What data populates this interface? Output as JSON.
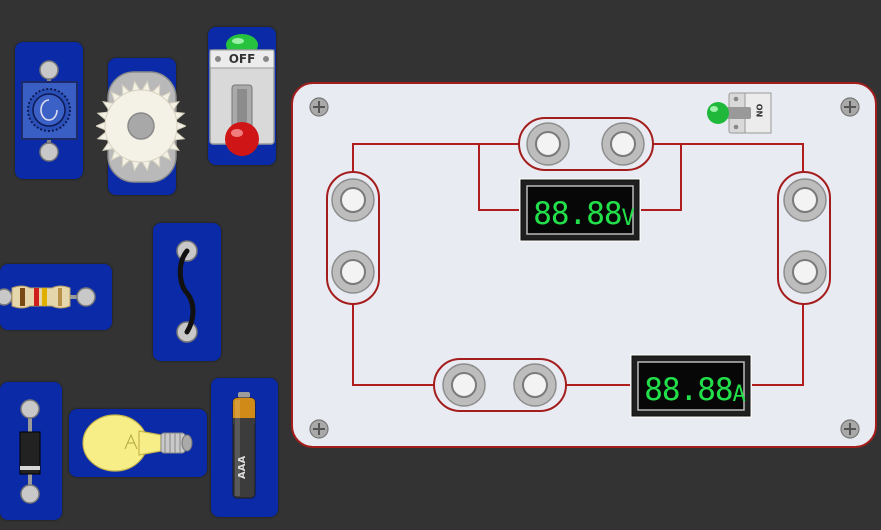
{
  "palette": {
    "background": "#333333",
    "part_tray": "#0a2aa8",
    "board": "#e9ebf2",
    "board_border": "#a41d1d",
    "wire": "#b11d1d",
    "lcd_digits": "#22e04a"
  },
  "parts": [
    {
      "id": "potentiometer",
      "icon": "potentiometer-icon"
    },
    {
      "id": "gear",
      "icon": "gear-icon"
    },
    {
      "id": "lever-switch",
      "icon": "lever-switch-icon",
      "label": "OFF"
    },
    {
      "id": "resistor",
      "icon": "resistor-icon"
    },
    {
      "id": "wire",
      "icon": "wire-icon"
    },
    {
      "id": "diode",
      "icon": "diode-icon"
    },
    {
      "id": "light-bulb",
      "icon": "light-bulb-icon"
    },
    {
      "id": "battery",
      "icon": "battery-icon",
      "label": "AAA"
    }
  ],
  "board": {
    "switch_label": "ON",
    "voltmeter": {
      "digits": "88.88",
      "unit": "V"
    },
    "ammeter": {
      "digits": "88.88",
      "unit": "A"
    }
  }
}
